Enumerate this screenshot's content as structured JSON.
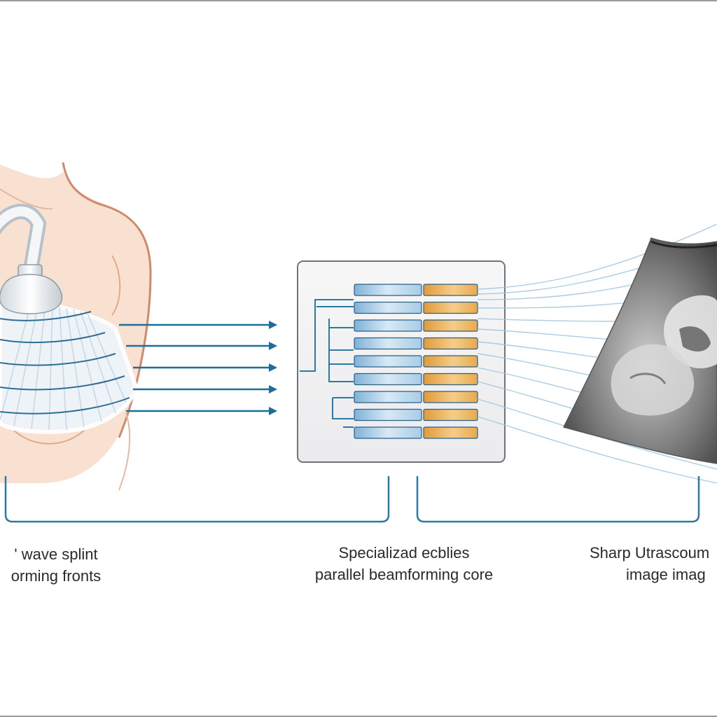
{
  "captions": {
    "left": {
      "line1": "' wave splint",
      "line2": "orming fronts"
    },
    "middle": {
      "line1": "Specializad ecblies",
      "line2": "parallel beamforming core"
    },
    "right": {
      "line1": "Sharp Utrascoum",
      "line2": "image imag"
    }
  },
  "colors": {
    "skin": "#f9e1d2",
    "skin_outline": "#cf8a6a",
    "arrow": "#1d6f99",
    "connector": "#2a7aa3",
    "channel_blue": "#a9cce6",
    "channel_orange": "#e9a94b",
    "core_panel": "#f2f2f3"
  },
  "core": {
    "channel_count": 9
  }
}
